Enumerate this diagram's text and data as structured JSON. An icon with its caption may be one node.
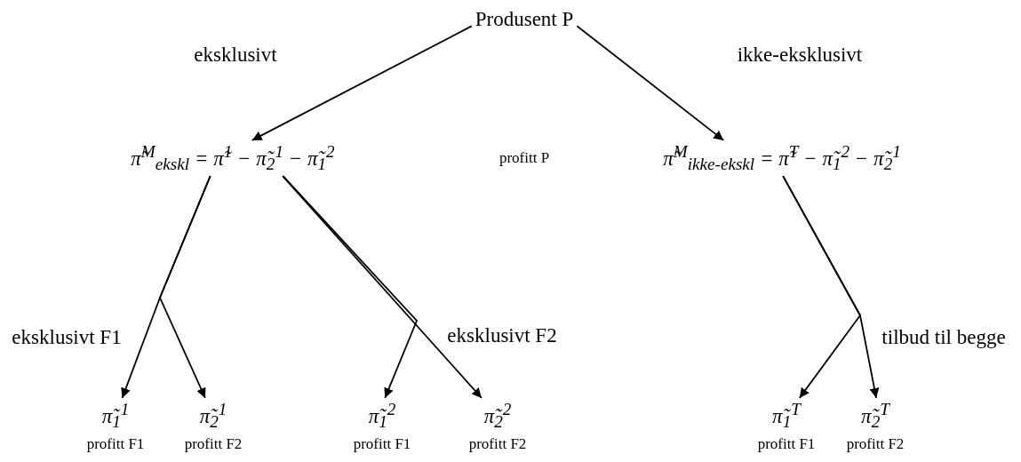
{
  "diagram": {
    "nodes": [
      {
        "text": [
          "Produsent P"
        ]
      },
      {
        "text": [
          "π̃$^{M}$$_{ekskl}$ = π̃$^{1}$ − π̃$_{2}$$^{1}$ − π̃$_{1}$$^{2}$"
        ]
      },
      {
        "text": [
          "π̃$^{M}$$_{ikke-ekskl}$ = π̃$^{T}$ − π̃$_{1}$$^{2}$ − π̃$_{2}$$^{1}$"
        ]
      },
      {
        "text": [
          "π̃$_{1}$$^{1}$"
        ],
        "beside": [
          "profitt F1"
        ]
      },
      {
        "text": [
          "π̃$_{2}$$^{1}$"
        ],
        "beside": [
          "profitt F2"
        ]
      },
      {
        "text": [
          "π̃$_{1}$$^{2}$"
        ],
        "beside": [
          "profitt F1"
        ]
      },
      {
        "text": [
          "π̃$_{2}$$^{2}$"
        ],
        "beside": [
          "profitt F2"
        ]
      },
      {
        "text": [
          "π̃$_{1}$$^{T}$"
        ],
        "beside": [
          "profitt F1"
        ]
      },
      {
        "text": [
          "π̃$_{2}$$^{T}$"
        ],
        "beside": [
          "profitt F2"
        ]
      }
    ],
    "edges": [
      {
        "from": 0,
        "to": 1,
        "arrow": "to",
        "label": "eksklusivt"
      },
      {
        "from": 0,
        "to": 2,
        "arrow": "to",
        "label": "ikke-eksklusivt"
      },
      {
        "from": 1,
        "to": 3,
        "arrow": "to",
        "label": "eksklusivt F1"
      },
      {
        "from": 1,
        "to": 4,
        "arrow": "to"
      },
      {
        "from": 1,
        "to": 5,
        "arrow": "to"
      },
      {
        "from": 1,
        "to": 6,
        "arrow": "to",
        "label": "eksklusivt F2"
      },
      {
        "from": 2,
        "to": 7,
        "arrow": "to"
      },
      {
        "from": 2,
        "to": 8,
        "arrow": "to",
        "label": "tilbud til begge"
      }
    ],
    "labels": [
      "profitt P"
    ]
  }
}
